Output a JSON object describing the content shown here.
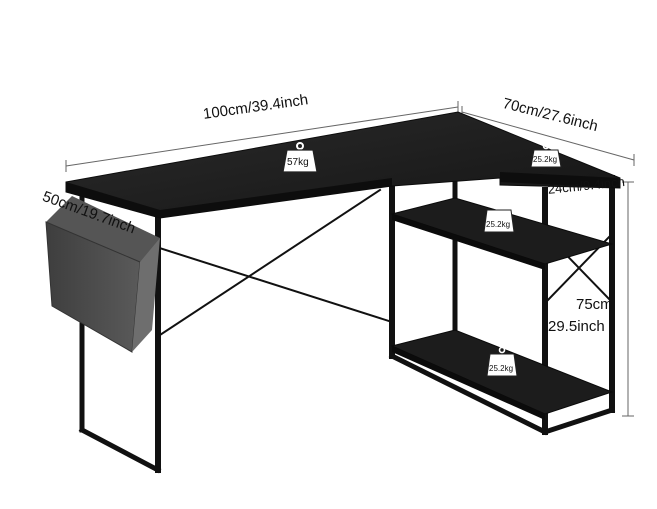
{
  "dimensions": {
    "width": "100cm/39.4inch",
    "depth": "70cm/27.6inch",
    "bag_width": "50cm/19.7inch",
    "shelf_width": "24cm/9.4inch",
    "height_cm": "75cm",
    "height_inch": "29.5inch"
  },
  "weights": {
    "desktop": "57kg",
    "return_top": "25.2kg",
    "upper_shelf": "25.2kg",
    "lower_shelf": "25.2kg"
  },
  "colors": {
    "desk": "#1e1e1e",
    "frame": "#111111",
    "bag": "#4a4a4a",
    "line": "#555555"
  },
  "icons": {
    "weight": "weight-icon"
  }
}
